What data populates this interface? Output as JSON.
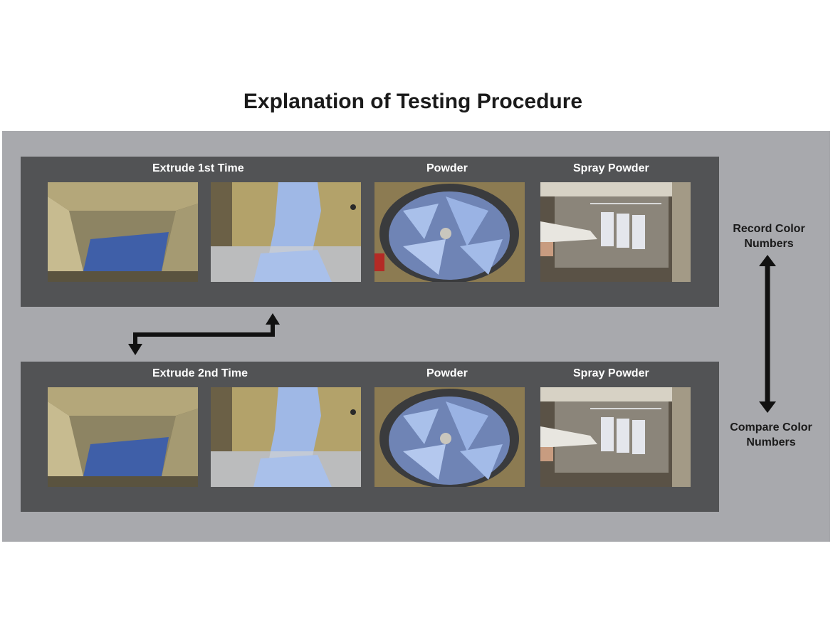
{
  "title": "Explanation of Testing Procedure",
  "rows": [
    {
      "labels": {
        "extrude": "Extrude 1st Time",
        "powder": "Powder",
        "spray": "Spray Powder"
      }
    },
    {
      "labels": {
        "extrude": "Extrude 2nd Time",
        "powder": "Powder",
        "spray": "Spray Powder"
      }
    }
  ],
  "side": {
    "record": "Record Color\nNumbers",
    "compare": "Compare Color\nNumbers"
  },
  "colors": {
    "outer_bg": "#a8a9ad",
    "row_bg": "#525355",
    "powder_blue": "#7fa0d6",
    "metal": "#9a8f6a",
    "arrow": "#111111"
  }
}
